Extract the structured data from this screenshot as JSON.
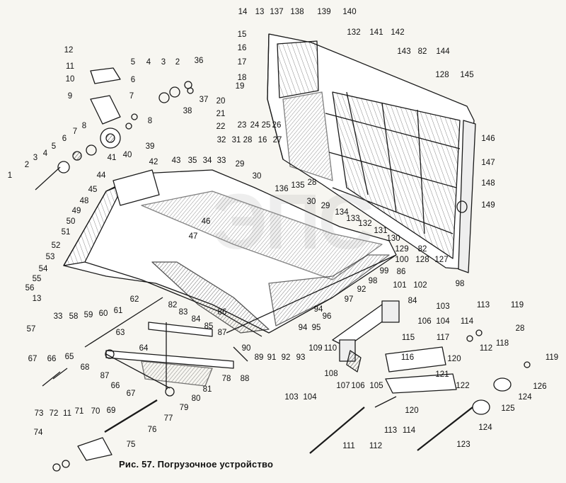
{
  "caption": "Рис. 57. Погрузочное устройство",
  "watermark": "ЭПС",
  "colors": {
    "ink": "#1a1a1a",
    "paper": "#f7f6f1",
    "hatch": "#3a3a3a"
  },
  "labels": {
    "l12": "12",
    "l11a": "11",
    "l10": "10",
    "l9": "9",
    "l8a": "8",
    "l7a": "7",
    "l6a": "6",
    "l5a": "5",
    "l4a": "4",
    "l3a": "3",
    "l2a": "2",
    "l36": "36",
    "l37": "37",
    "l38": "38",
    "l7b": "7",
    "l8b": "8",
    "l39": "39",
    "l40": "40",
    "l41": "41",
    "l6b": "6",
    "l5b": "5",
    "l4b": "4",
    "l3b": "3",
    "l2b": "2",
    "l1": "1",
    "l14": "14",
    "l13a": "13",
    "l137": "137",
    "l138": "138",
    "l139": "139",
    "l140": "140",
    "l132a": "132",
    "l141": "141",
    "l142": "142",
    "l15": "15",
    "l16a": "16",
    "l17": "17",
    "l18": "18",
    "l19": "19",
    "l20": "20",
    "l21": "21",
    "l22": "22",
    "l23": "23",
    "l24": "24",
    "l25": "25",
    "l26": "26",
    "l143": "143",
    "l82a": "82",
    "l144": "144",
    "l128a": "128",
    "l145": "145",
    "l32": "32",
    "l31": "31",
    "l28a": "28",
    "l16b": "16",
    "l27": "27",
    "l29a": "29",
    "l30a": "30",
    "l136": "136",
    "l135": "135",
    "l28b": "28",
    "l30b": "30",
    "l29b": "29",
    "l134": "134",
    "l133": "133",
    "l132b": "132",
    "l146": "146",
    "l147": "147",
    "l148": "148",
    "l149": "149",
    "l44": "44",
    "l43": "43",
    "l42": "42",
    "l35": "35",
    "l34": "34",
    "l33a": "33",
    "l45": "45",
    "l48": "48",
    "l49": "49",
    "l50": "50",
    "l51": "51",
    "l52": "52",
    "l53": "53",
    "l54": "54",
    "l55": "55",
    "l56": "56",
    "l46": "46",
    "l47": "47",
    "l131": "131",
    "l130": "130",
    "l129": "129",
    "l82b": "82",
    "l100": "100",
    "l128b": "128",
    "l127": "127",
    "l86a": "86",
    "l99": "99",
    "l98a": "98",
    "l98b": "98",
    "l13b": "13",
    "l33b": "33",
    "l58": "58",
    "l59": "59",
    "l60": "60",
    "l61": "61",
    "l62": "62",
    "l57": "57",
    "l92": "92",
    "l97": "97",
    "l96": "96",
    "l94": "94",
    "l95": "95",
    "l101": "101",
    "l102": "102",
    "l84a": "84",
    "l103a": "103",
    "l106a": "106",
    "l104a": "104",
    "l82c": "82",
    "l83": "83",
    "l84b": "84",
    "l85": "85",
    "l86b": "86",
    "l87a": "87",
    "l63": "63",
    "l64": "64",
    "l90": "90",
    "l89": "89",
    "l91": "91",
    "l92b": "92",
    "l93": "93",
    "l94b": "94",
    "l109": "109",
    "l110": "110",
    "l113a": "113",
    "l119a": "119",
    "l114a": "114",
    "l118": "118",
    "l112a": "112",
    "l28c": "28",
    "l119b": "119",
    "l115": "115",
    "l117": "117",
    "l116": "116",
    "l120a": "120",
    "l121": "121",
    "l122": "122",
    "l67a": "67",
    "l66a": "66",
    "l65": "65",
    "l68": "68",
    "l87b": "87",
    "l66b": "66",
    "l67b": "67",
    "l81": "81",
    "l78": "78",
    "l88": "88",
    "l79": "79",
    "l80": "80",
    "l77": "77",
    "l108": "108",
    "l107": "107",
    "l106b": "106",
    "l105": "105",
    "l103b": "103",
    "l104b": "104",
    "l126": "126",
    "l124a": "124",
    "l125": "125",
    "l73": "73",
    "l72": "72",
    "l11b": "11",
    "l71": "71",
    "l70": "70",
    "l69": "69",
    "l76": "76",
    "l75": "75",
    "l74": "74",
    "l113b": "113",
    "l114b": "114",
    "l112b": "112",
    "l111": "111",
    "l120b": "120",
    "l124b": "124",
    "l123": "123"
  }
}
